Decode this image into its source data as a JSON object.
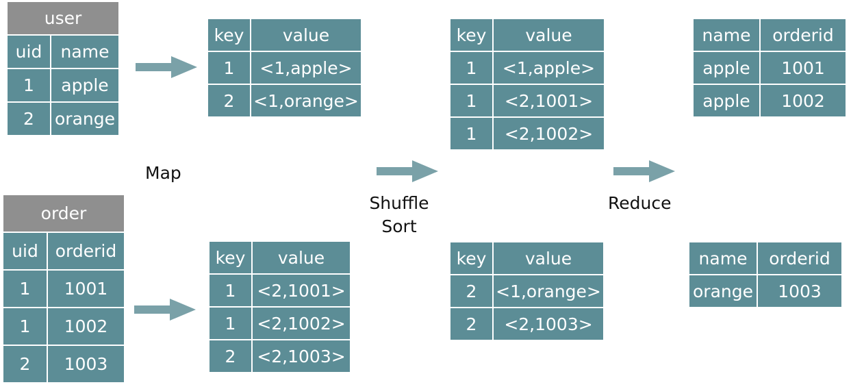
{
  "colors": {
    "cell": "#5c8d96",
    "caption": "#8f8f8f",
    "arrow": "#7aa1a8",
    "text": "#ffffff"
  },
  "labels": {
    "map": "Map",
    "shuffle": "Shuffle",
    "sort": "Sort",
    "reduce": "Reduce"
  },
  "user": {
    "caption": "user",
    "headers": [
      "uid",
      "name"
    ],
    "rows": [
      [
        "1",
        "apple"
      ],
      [
        "2",
        "orange"
      ]
    ]
  },
  "order": {
    "caption": "order",
    "headers": [
      "uid",
      "orderid"
    ],
    "rows": [
      [
        "1",
        "1001"
      ],
      [
        "1",
        "1002"
      ],
      [
        "2",
        "1003"
      ]
    ]
  },
  "map_user": {
    "headers": [
      "key",
      "value"
    ],
    "rows": [
      [
        "1",
        "<1,apple>"
      ],
      [
        "2",
        "<1,orange>"
      ]
    ]
  },
  "map_order": {
    "headers": [
      "key",
      "value"
    ],
    "rows": [
      [
        "1",
        "<2,1001>"
      ],
      [
        "1",
        "<2,1002>"
      ],
      [
        "2",
        "<2,1003>"
      ]
    ]
  },
  "shuffle_1": {
    "headers": [
      "key",
      "value"
    ],
    "rows": [
      [
        "1",
        "<1,apple>"
      ],
      [
        "1",
        "<2,1001>"
      ],
      [
        "1",
        "<2,1002>"
      ]
    ]
  },
  "shuffle_2": {
    "headers": [
      "key",
      "value"
    ],
    "rows": [
      [
        "2",
        "<1,orange>"
      ],
      [
        "2",
        "<2,1003>"
      ]
    ]
  },
  "reduce_1": {
    "headers": [
      "name",
      "orderid"
    ],
    "rows": [
      [
        "apple",
        "1001"
      ],
      [
        "apple",
        "1002"
      ]
    ]
  },
  "reduce_2": {
    "headers": [
      "name",
      "orderid"
    ],
    "rows": [
      [
        "orange",
        "1003"
      ]
    ]
  }
}
